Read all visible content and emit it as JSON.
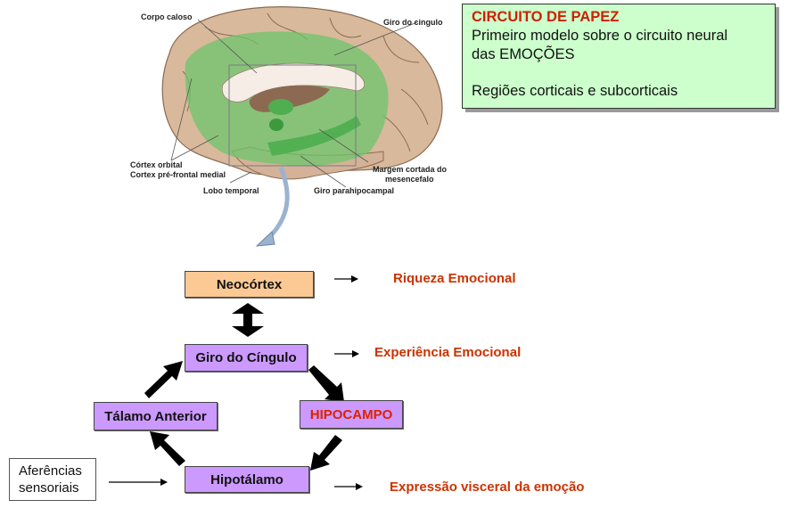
{
  "info_box": {
    "title": "CIRCUITO DE PAPEZ",
    "line1": "Primeiro modelo sobre o circuito neural",
    "line2": "das EMOÇÕES",
    "line3": "Regiões corticais e subcorticais"
  },
  "brain_labels": {
    "corpo_caloso": "Corpo caloso",
    "giro_cingulo": "Giro do cingulo",
    "cortex_orbital": "Córtex orbital",
    "cortex_prefrontal": "Cortex pré-frontal medial",
    "lobo_temporal": "Lobo temporal",
    "giro_parahipocampal": "Giro parahipocampal",
    "margem_cortada_1": "Margem cortada do",
    "margem_cortada_2": "mesencefalo"
  },
  "nodes": {
    "neocortex": "Neocórtex",
    "giro_cingulo": "Giro do Cíngulo",
    "talamo_anterior": "Tálamo Anterior",
    "hipocampo": "HIPOCAMPO",
    "hipotalamo": "Hipotálamo",
    "aferencias_1": "Aferências",
    "aferencias_2": "sensoriais"
  },
  "outcomes": {
    "riqueza": "Riqueza Emocional",
    "experiencia": "Experiência Emocional",
    "expressao": "Expressão visceral da emoção"
  },
  "colors": {
    "title_red": "#cc2200",
    "outcome_red": "#cc3300",
    "info_bg": "#ccffcc",
    "neocortex_bg": "#fcc995",
    "node_purple": "#cc99ff",
    "limbic_green": "#6cc56c",
    "brain_tan": "#d9b99b"
  }
}
